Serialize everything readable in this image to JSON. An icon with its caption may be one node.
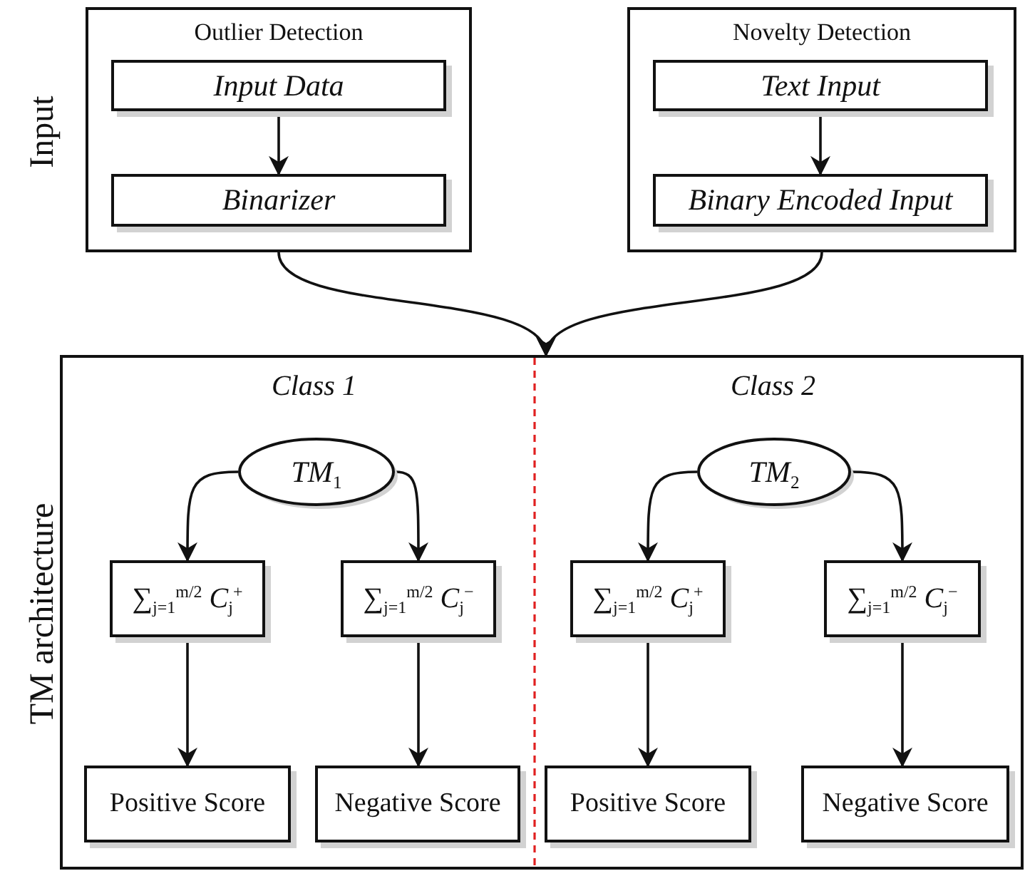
{
  "diagram": {
    "nodes": [
      {
        "text": [
          "Outlier Detection"
        ]
      },
      {
        "text": [
          "Input Data"
        ],
        "in": 0
      },
      {
        "text": [
          "Binarizer"
        ],
        "in": 0
      },
      {
        "text": [
          "Novelty Detection"
        ]
      },
      {
        "text": [
          "Text Input"
        ],
        "in": 3
      },
      {
        "text": [
          "Binary Encoded Input"
        ],
        "in": 3
      },
      {
        "text": [],
        "shape": "box"
      },
      {
        "text": [
          "*TM*$_{1}$"
        ],
        "in": 6
      },
      {
        "text": [
          "∑$_{j=1}$$^{m/2}$ *C*$_{j}$$^{+}$"
        ],
        "in": 6
      },
      {
        "text": [
          "∑$_{j=1}$$^{m/2}$ *C*$_{j}$$^{−}$"
        ],
        "in": 6
      },
      {
        "text": [
          "Positive Score"
        ],
        "in": 6
      },
      {
        "text": [
          "Negative Score"
        ],
        "in": 6
      },
      {
        "text": [
          "*TM*$_{2}$"
        ],
        "in": 6
      },
      {
        "text": [
          "∑$_{j=1}$$^{m/2}$ *C*$_{j}$$^{+}$"
        ],
        "in": 6
      },
      {
        "text": [
          "∑$_{j=1}$$^{m/2}$ *C*$_{j}$$^{−}$"
        ],
        "in": 6
      },
      {
        "text": [
          "Positive Score"
        ],
        "in": 6
      },
      {
        "text": [
          "Negative Score"
        ],
        "in": 6
      }
    ],
    "edges": [
      {
        "from": 1,
        "to": 2,
        "arrow": "to"
      },
      {
        "from": 4,
        "to": 5,
        "arrow": "to"
      },
      {
        "from": 0,
        "to": 6,
        "arrow": "to"
      },
      {
        "from": 3,
        "to": 6,
        "arrow": "to"
      },
      {
        "from": 7,
        "to": 8,
        "arrow": "to"
      },
      {
        "from": 7,
        "to": 9,
        "arrow": "to"
      },
      {
        "from": 8,
        "to": 10,
        "arrow": "to"
      },
      {
        "from": 9,
        "to": 11,
        "arrow": "to"
      },
      {
        "from": 12,
        "to": 13,
        "arrow": "to"
      },
      {
        "from": 12,
        "to": 14,
        "arrow": "to"
      },
      {
        "from": 13,
        "to": 15,
        "arrow": "to"
      },
      {
        "from": 14,
        "to": 16,
        "arrow": "to"
      }
    ],
    "labels": [
      "Input",
      "Class 1",
      "Class 2",
      "TM architecture"
    ]
  }
}
